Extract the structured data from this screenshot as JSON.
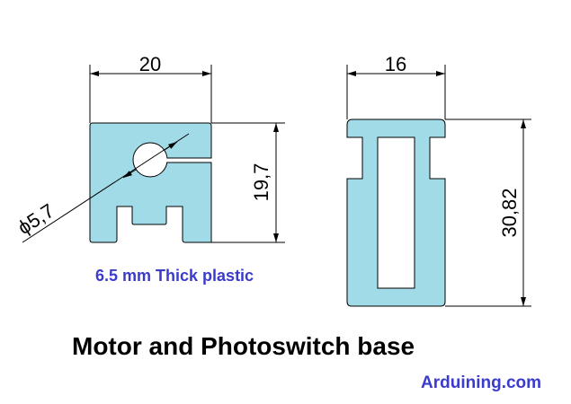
{
  "colors": {
    "part_fill": "#a2dbe8",
    "note_text": "#3b3bcc"
  },
  "left_part": {
    "width_dim": "20",
    "height_dim": "19,7",
    "hole_dim": "ϕ5,7"
  },
  "right_part": {
    "width_dim": "16",
    "height_dim": "30,82"
  },
  "notes": {
    "thickness": "6.5 mm Thick plastic",
    "title": "Motor and Photoswitch base",
    "site": "Arduining.com"
  }
}
